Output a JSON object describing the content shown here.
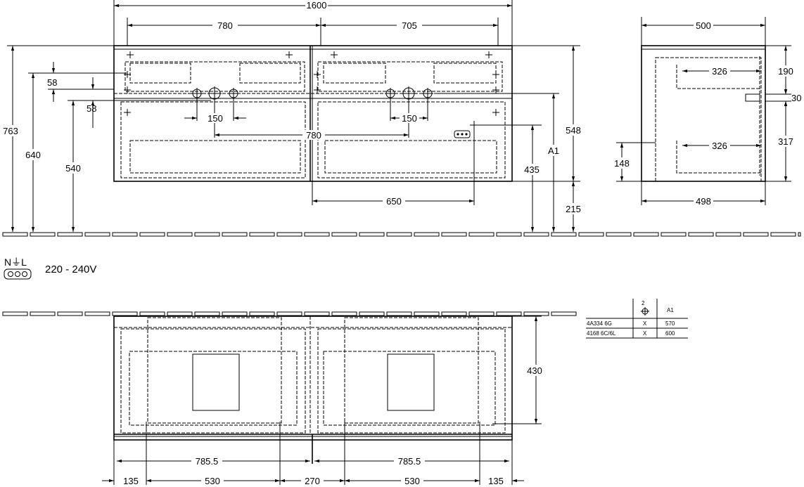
{
  "front_view": {
    "width_total": "1600",
    "width_left": "780",
    "width_right": "705",
    "height_total": "763",
    "height_640": "640",
    "height_540": "540",
    "offset_58_top": "58",
    "offset_58_bottom": "58",
    "pipe_spacing_left": "150",
    "pipe_spacing_right": "150",
    "pipe_distance": "780",
    "socket_width": "650",
    "socket_height": "435",
    "a1_label": "A1",
    "cabinet_height": "548",
    "floor_gap": "215"
  },
  "side_view": {
    "depth_top": "500",
    "depth_bottom": "498",
    "inner_top": "326",
    "inner_bottom": "326",
    "height_190": "190",
    "height_30": "30",
    "height_317": "317",
    "height_148": "148"
  },
  "electrical": {
    "symbol_label": "N⏚L",
    "voltage": "220 - 240V"
  },
  "plan_view": {
    "half_left": "785.5",
    "half_right": "785.5",
    "seg_135_left": "135",
    "seg_530_left": "530",
    "seg_270": "270",
    "seg_530_right": "530",
    "seg_135_right": "135",
    "depth": "430"
  },
  "table": {
    "header_icon_label": "2",
    "header_a1": "A1",
    "rows": [
      {
        "model": "4A334 6G",
        "mark": "X",
        "a1": "570"
      },
      {
        "model": "4168 6C/6L",
        "mark": "X",
        "a1": "600"
      }
    ]
  }
}
